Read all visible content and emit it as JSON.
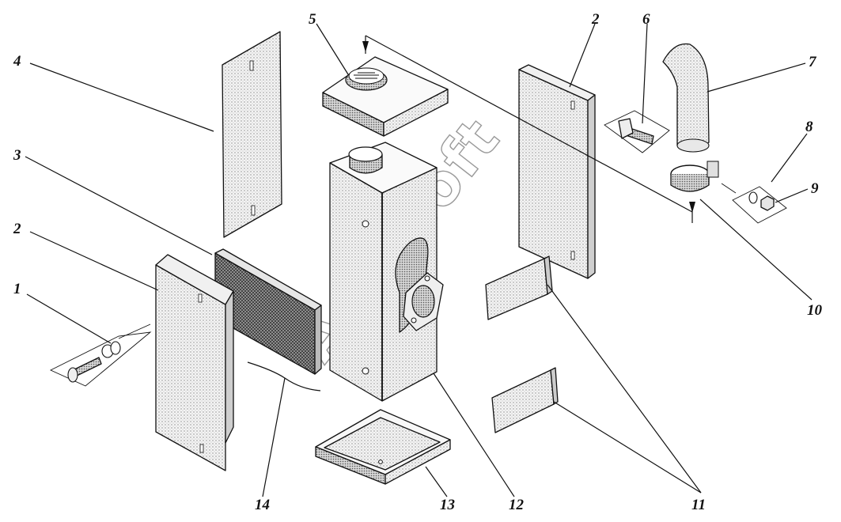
{
  "diagram": {
    "callouts": {
      "c1": "1",
      "c2a": "2",
      "c2b": "2",
      "c3": "3",
      "c4": "4",
      "c5": "5",
      "c6": "6",
      "c7": "7",
      "c8": "8",
      "c9": "9",
      "c10": "10",
      "c11": "11",
      "c12": "12",
      "c13": "13",
      "c14": "14"
    },
    "watermark": "Autosoft"
  },
  "colors": {
    "ink": "#111111",
    "shade": "#d9d9d9",
    "dark": "#6e6e6e"
  }
}
